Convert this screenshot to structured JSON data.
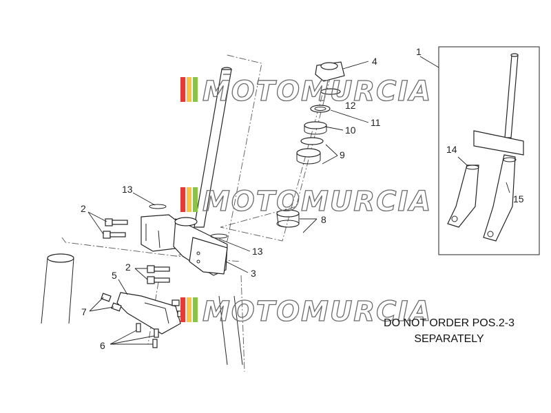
{
  "callouts": {
    "c1": "1",
    "c2a": "2",
    "c2b": "2",
    "c3": "3",
    "c4": "4",
    "c5": "5",
    "c6": "6",
    "c7": "7",
    "c8": "8",
    "c9": "9",
    "c10": "10",
    "c11": "11",
    "c12": "12",
    "c13a": "13",
    "c13b": "13",
    "c14": "14",
    "c15": "15"
  },
  "note": {
    "line1": "DO NOT ORDER POS.2-3",
    "line2": "SEPARATELY"
  },
  "watermark": {
    "text": "MOTOMURCIA",
    "stripe_colors": [
      "#e53935",
      "#f6c343",
      "#8bc34a",
      "#cfd8dc"
    ]
  }
}
